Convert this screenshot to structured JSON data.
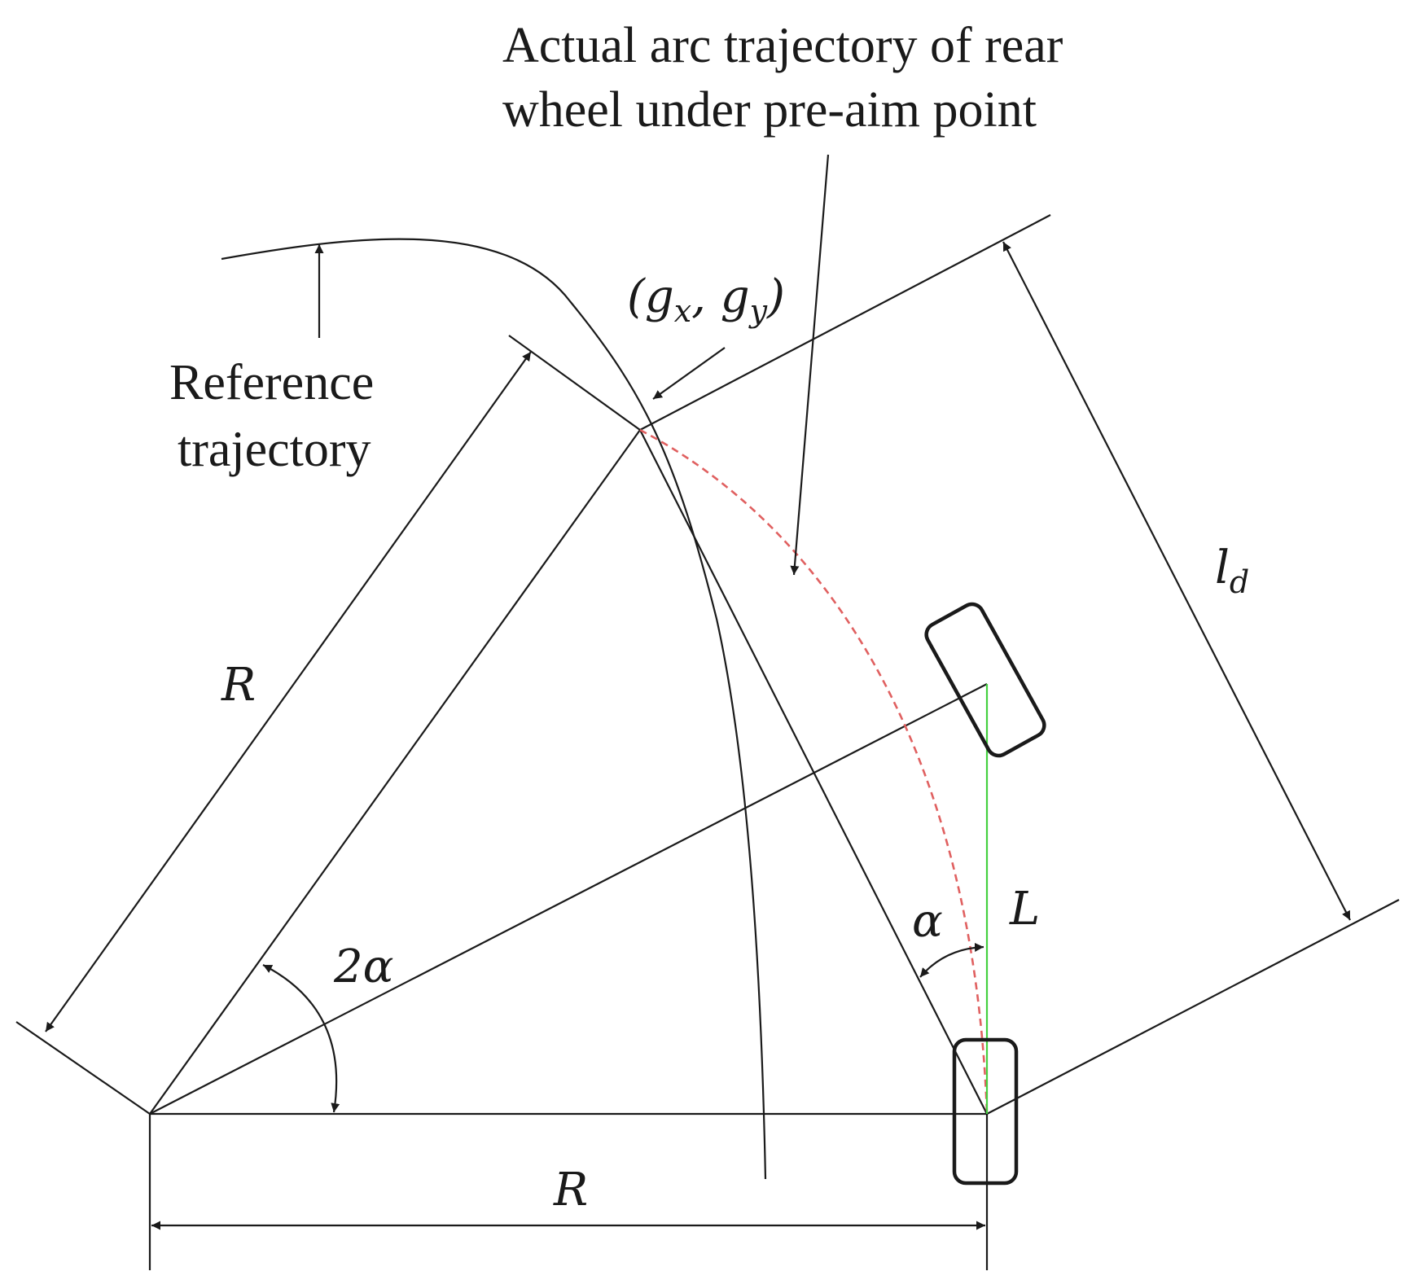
{
  "labels": {
    "actual_arc_line1": "Actual arc trajectory of rear",
    "actual_arc_line2": "wheel under pre-aim point",
    "reference_line1": "Reference",
    "reference_line2": "trajectory",
    "goal_point": "(g",
    "goal_point_sub_x": "x",
    "goal_point_sep": ", g",
    "goal_point_sub_y": "y",
    "goal_point_close": ")",
    "lookahead": "l",
    "lookahead_sub": "d",
    "radius_left": "R",
    "radius_bottom": "R",
    "two_alpha": "2α",
    "alpha": "α",
    "wheelbase": "L"
  },
  "colors": {
    "line": "#1a1a1a",
    "actual_arc": "#e06060",
    "wheelbase_line": "#44d040"
  }
}
